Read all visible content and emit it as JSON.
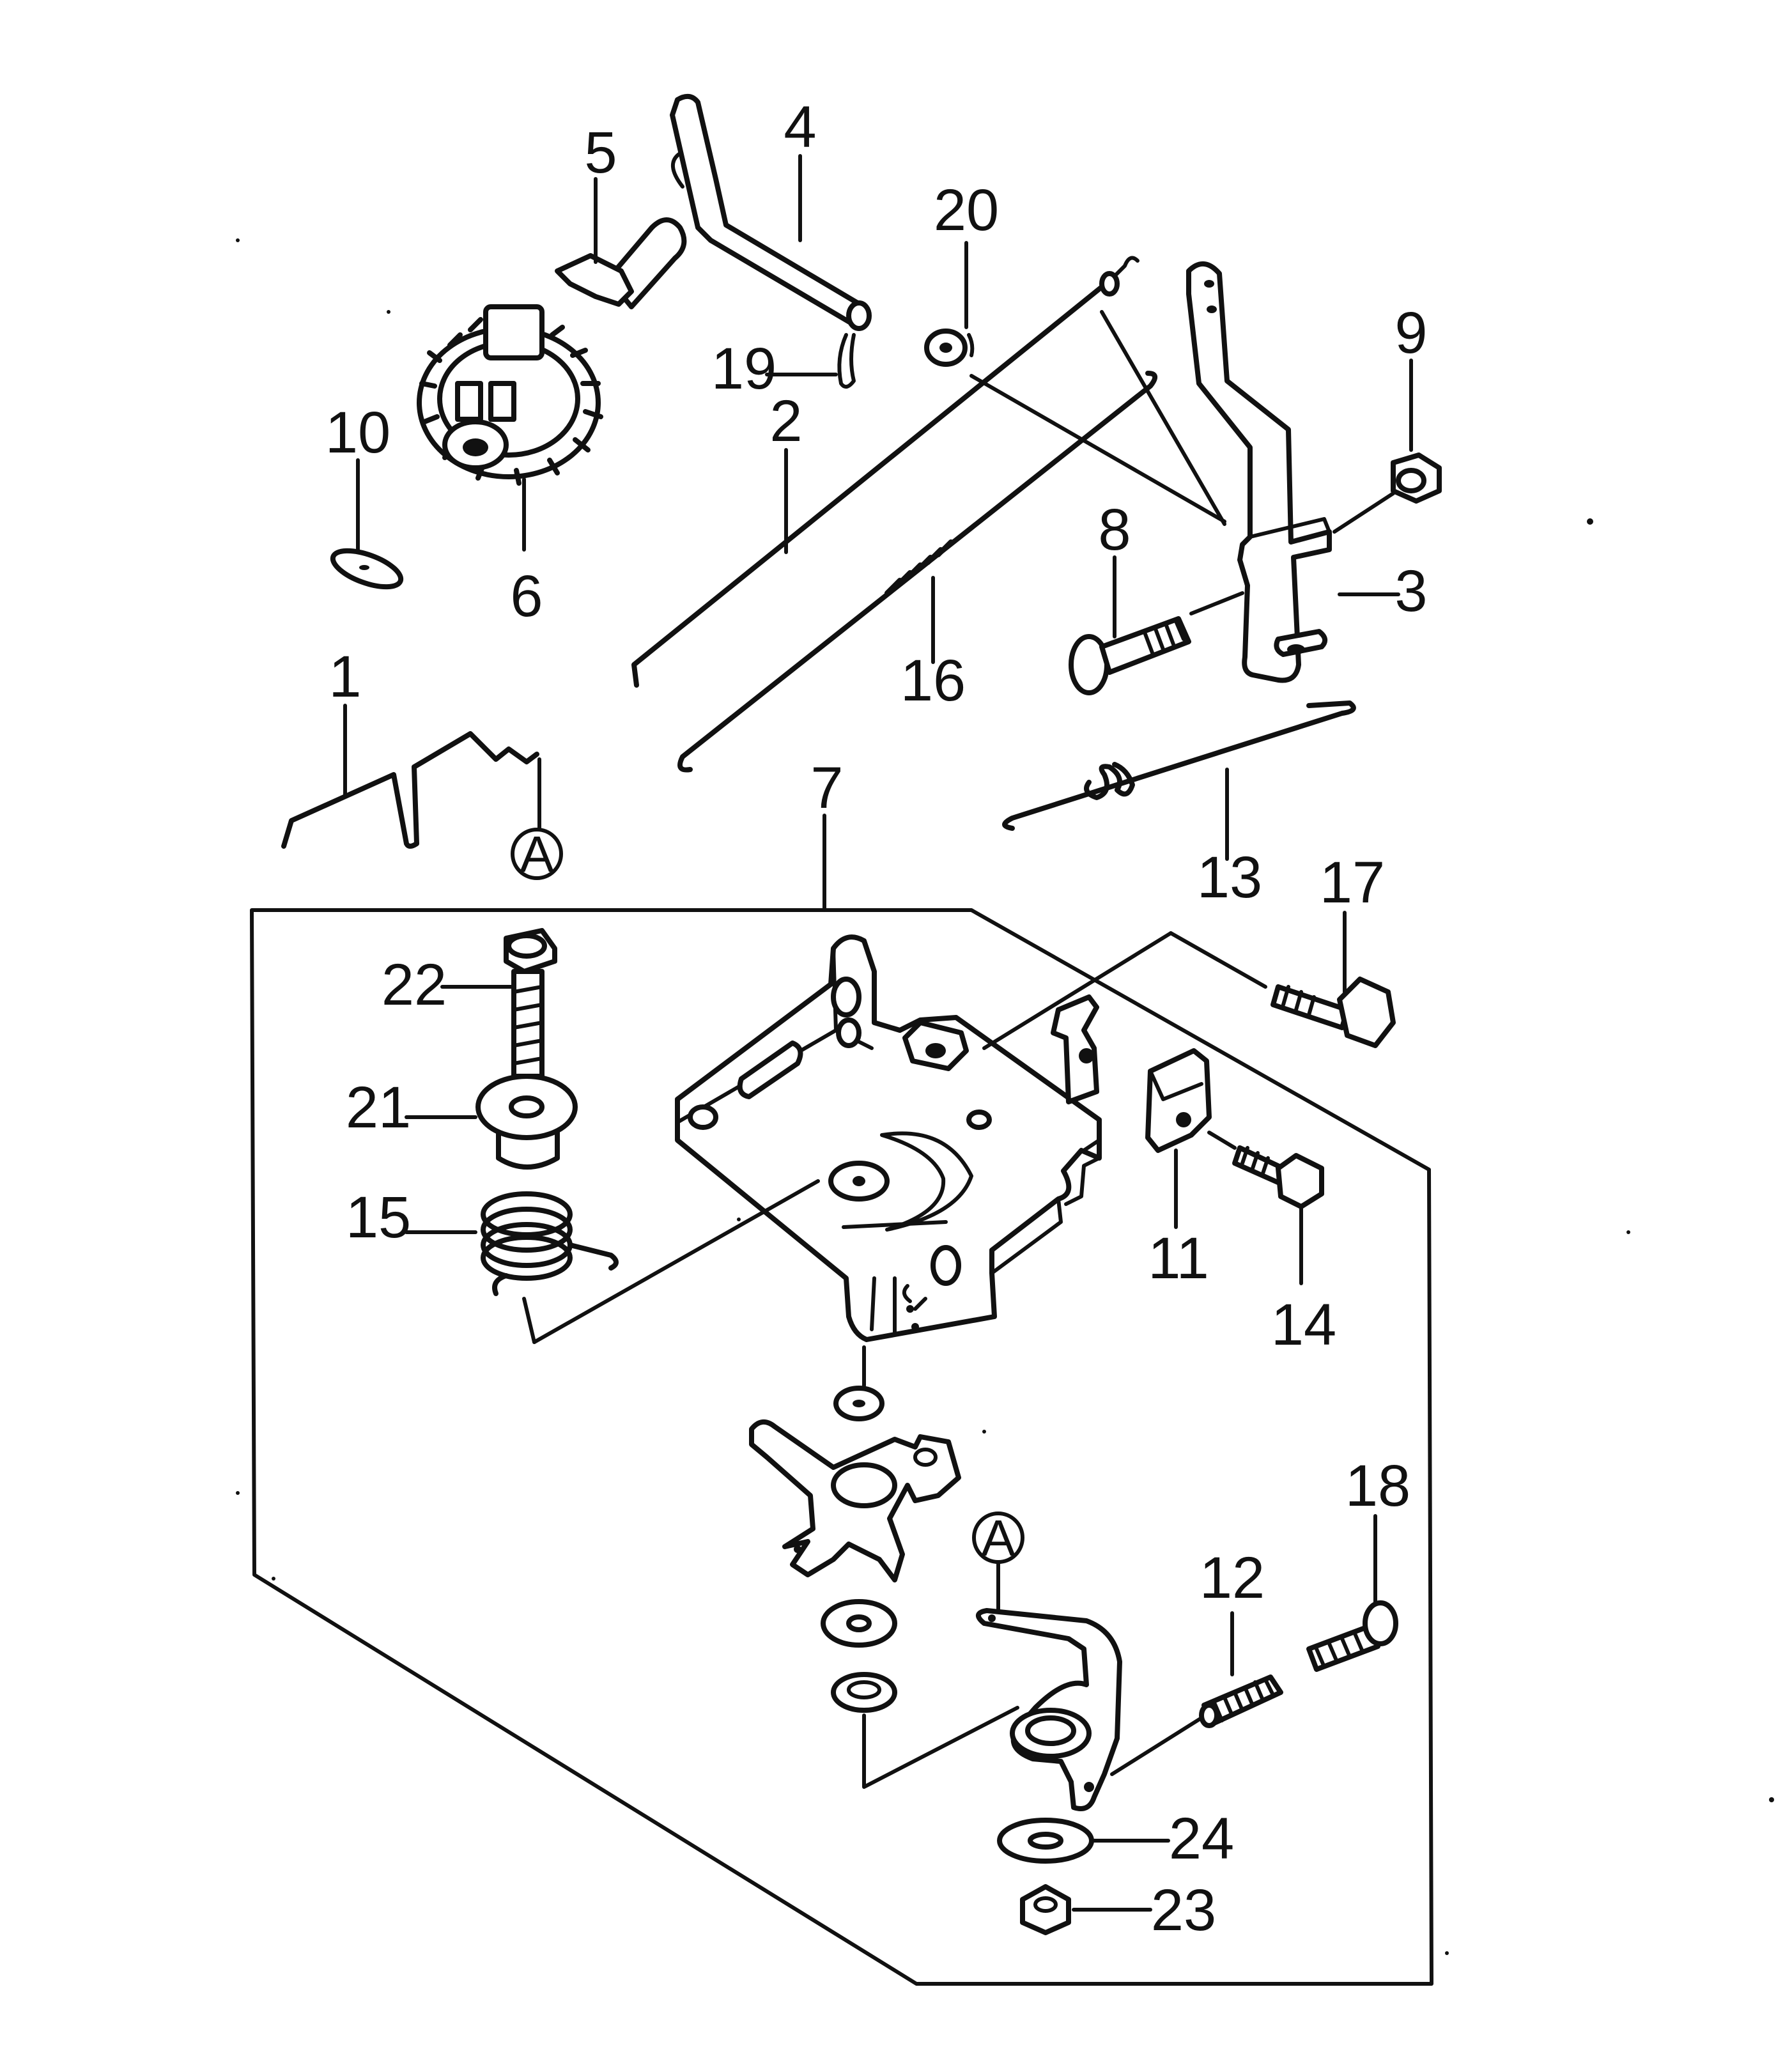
{
  "callouts": [
    {
      "id": "c1",
      "text": "1"
    },
    {
      "id": "c2",
      "text": "2"
    },
    {
      "id": "c3",
      "text": "3"
    },
    {
      "id": "c4",
      "text": "4"
    },
    {
      "id": "c5",
      "text": "5"
    },
    {
      "id": "c6",
      "text": "6"
    },
    {
      "id": "c7",
      "text": "7"
    },
    {
      "id": "c8",
      "text": "8"
    },
    {
      "id": "c9",
      "text": "9"
    },
    {
      "id": "c10",
      "text": "10"
    },
    {
      "id": "c11",
      "text": "11"
    },
    {
      "id": "c12",
      "text": "12"
    },
    {
      "id": "c13",
      "text": "13"
    },
    {
      "id": "c14",
      "text": "14"
    },
    {
      "id": "c15",
      "text": "15"
    },
    {
      "id": "c16",
      "text": "16"
    },
    {
      "id": "c17",
      "text": "17"
    },
    {
      "id": "c18",
      "text": "18"
    },
    {
      "id": "c19",
      "text": "19"
    },
    {
      "id": "c20",
      "text": "20"
    },
    {
      "id": "c21",
      "text": "21"
    },
    {
      "id": "c22",
      "text": "22"
    },
    {
      "id": "c23",
      "text": "23"
    },
    {
      "id": "c24",
      "text": "24"
    }
  ],
  "reference_markers": [
    {
      "id": "refA1",
      "text": "A"
    },
    {
      "id": "refA2",
      "text": "A"
    }
  ]
}
